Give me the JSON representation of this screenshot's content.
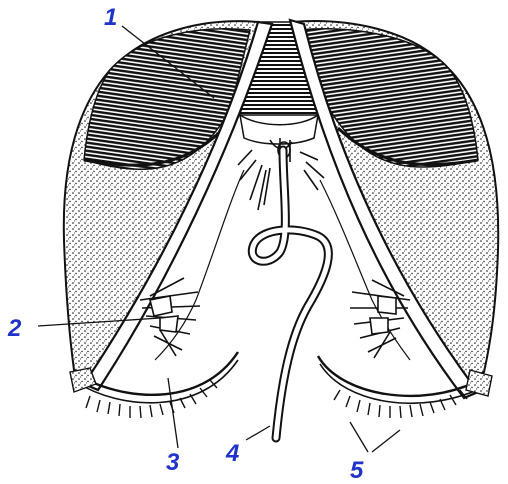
{
  "labels": {
    "one": "1",
    "two": "2",
    "three": "3",
    "four": "4",
    "five": "5"
  },
  "colors": {
    "ink": "#111111",
    "label_blue": "#1f33c9"
  }
}
